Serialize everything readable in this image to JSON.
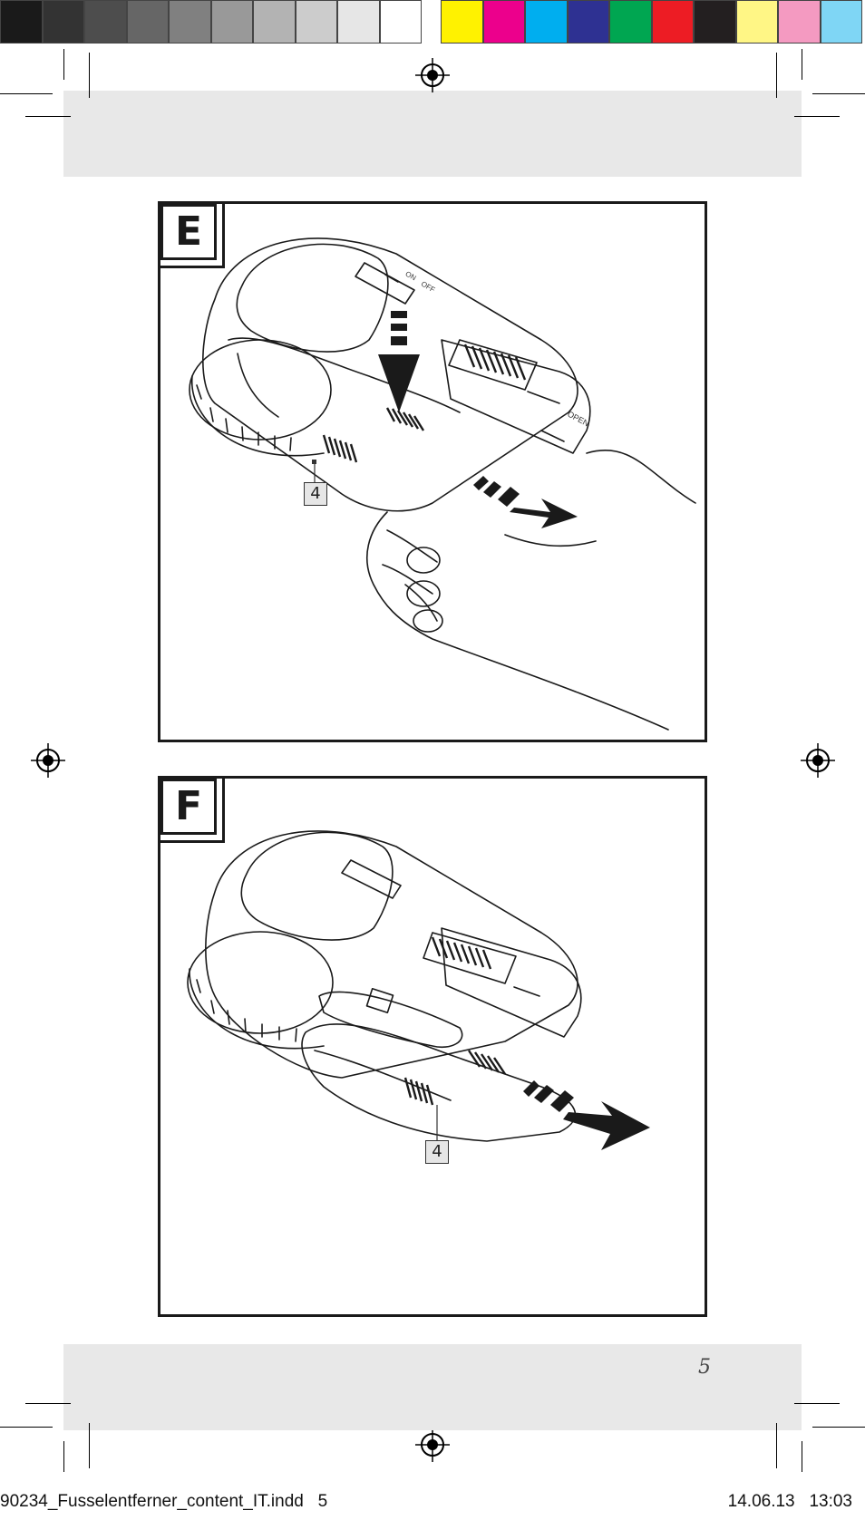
{
  "color_bar": {
    "grays": [
      "#1a1a1a",
      "#333333",
      "#4d4d4d",
      "#666666",
      "#808080",
      "#999999",
      "#b3b3b3",
      "#cccccc",
      "#e6e6e6",
      "#ffffff"
    ],
    "colors": [
      "#fff200",
      "#ec008c",
      "#00aeef",
      "#2e3192",
      "#00a651",
      "#ed1c24",
      "#231f20",
      "#fff685",
      "#f49ac1",
      "#7fd6f5"
    ]
  },
  "figure_e": {
    "label": "E",
    "callout": "4",
    "switch_on": "ON",
    "switch_off": "OFF",
    "container_label": "OPEN"
  },
  "figure_f": {
    "label": "F",
    "callout": "4"
  },
  "page_number": "5",
  "footer": {
    "filename": "90234_Fusselentferner_content_IT.indd   5",
    "timestamp": "14.06.13   13:03"
  }
}
